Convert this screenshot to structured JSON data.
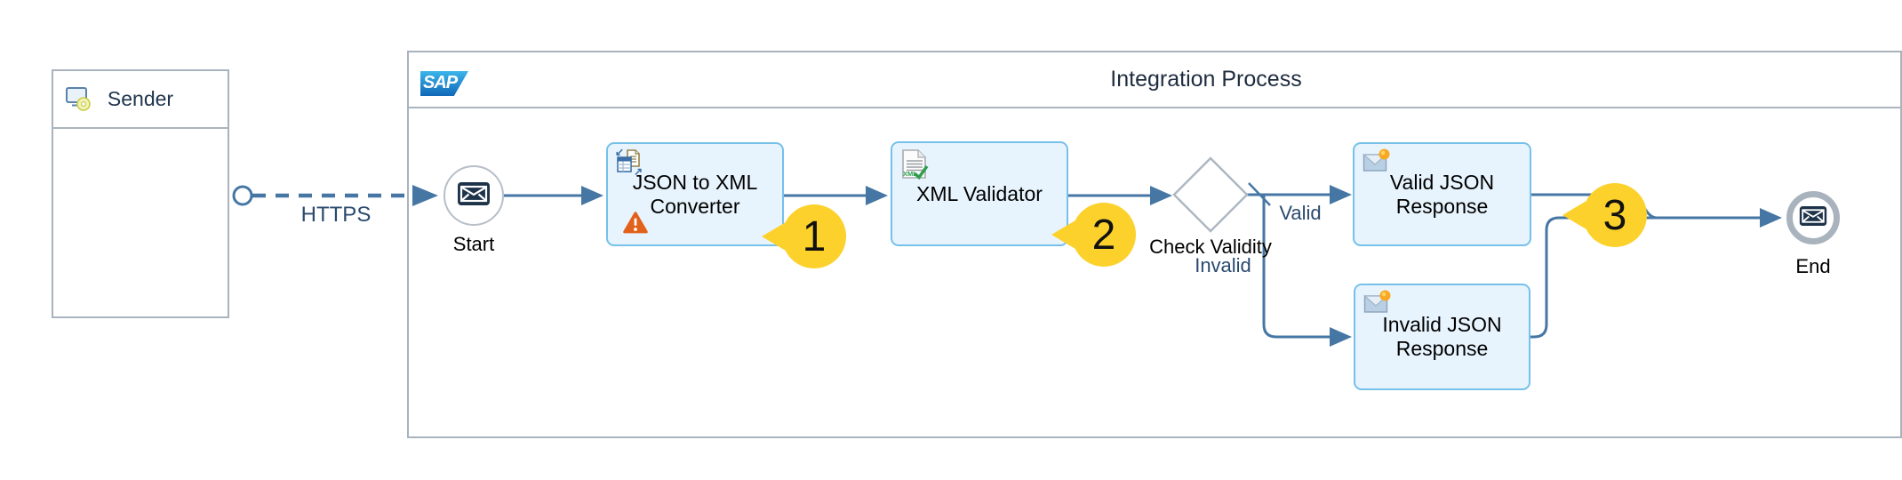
{
  "sender": {
    "title": "Sender",
    "icon": "computer-disc-icon"
  },
  "process": {
    "title": "Integration Process",
    "logo_text": "SAP"
  },
  "flow": {
    "https_label": "HTTPS",
    "valid_label": "Valid",
    "invalid_label": "Invalid"
  },
  "nodes": {
    "start": {
      "label": "Start",
      "icon": "envelope-icon"
    },
    "converter": {
      "label": "JSON to XML\nConverter",
      "icon": "converter-icon",
      "warning_icon": "warning-triangle-icon"
    },
    "validator": {
      "label": "XML Validator",
      "icon": "xml-document-check-icon"
    },
    "gateway": {
      "label": "Check Validity"
    },
    "valid_response": {
      "label": "Valid JSON\nResponse",
      "icon": "message-envelope-icon"
    },
    "invalid_response": {
      "label": "Invalid JSON\nResponse",
      "icon": "message-envelope-icon"
    },
    "end": {
      "label": "End",
      "icon": "envelope-icon"
    }
  },
  "callouts": [
    {
      "number": "1"
    },
    {
      "number": "2"
    },
    {
      "number": "3"
    }
  ],
  "colors": {
    "flow_line": "#4677a4",
    "task_border": "#76c0ea",
    "task_fill": "#e8f4fd",
    "container_border": "#a9b3bd",
    "callout_yellow": "#fcd12b",
    "warning_orange": "#e2611b",
    "label_navy": "#2a4a6e",
    "event_navy": "#1d3349",
    "sap_blue_top": "#3cb5ea",
    "sap_blue_bottom": "#1168b8"
  }
}
